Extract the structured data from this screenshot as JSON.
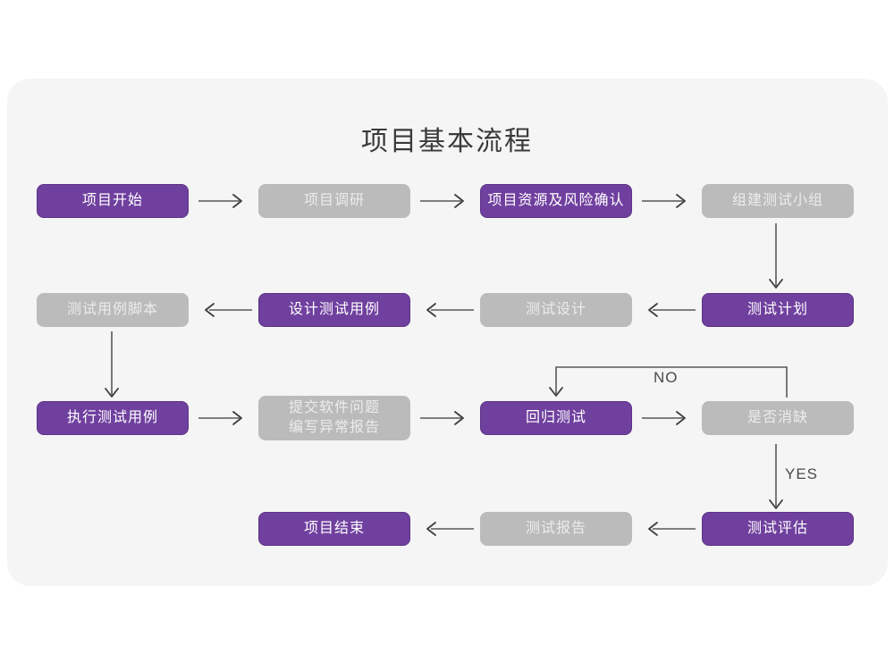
{
  "page": {
    "background": "#ffffff",
    "panel_color": "#f5f5f5",
    "accent_purple": "#70409f",
    "muted_gray": "#bbbbbb",
    "title": "项目基本流程"
  },
  "flow": {
    "rows": [
      {
        "row": 1,
        "nodes": [
          {
            "id": "n1",
            "label": "项目开始",
            "style": "purple"
          },
          {
            "id": "n2",
            "label": "项目调研",
            "style": "gray"
          },
          {
            "id": "n3",
            "label": "项目资源及风险确认",
            "style": "purple"
          },
          {
            "id": "n4",
            "label": "组建测试小组",
            "style": "gray"
          }
        ]
      },
      {
        "row": 2,
        "nodes": [
          {
            "id": "n5",
            "label": "测试用例脚本",
            "style": "gray"
          },
          {
            "id": "n6",
            "label": "设计测试用例",
            "style": "purple"
          },
          {
            "id": "n7",
            "label": "测试设计",
            "style": "gray"
          },
          {
            "id": "n8",
            "label": "测试计划",
            "style": "purple"
          }
        ]
      },
      {
        "row": 3,
        "nodes": [
          {
            "id": "n9",
            "label": "执行测试用例",
            "style": "purple"
          },
          {
            "id": "n10",
            "label": "提交软件问题\n编写异常报告",
            "style": "gray"
          },
          {
            "id": "n11",
            "label": "回归测试",
            "style": "purple"
          },
          {
            "id": "n12",
            "label": "是否消缺",
            "style": "gray"
          }
        ]
      },
      {
        "row": 4,
        "nodes": [
          {
            "id": "n13",
            "label": "项目结束",
            "style": "purple"
          },
          {
            "id": "n14",
            "label": "测试报告",
            "style": "gray"
          },
          {
            "id": "n15",
            "label": "测试评估",
            "style": "purple"
          }
        ]
      }
    ],
    "edge_labels": [
      {
        "id": "no-label",
        "text": "NO"
      },
      {
        "id": "yes-label",
        "text": "YES"
      }
    ]
  }
}
